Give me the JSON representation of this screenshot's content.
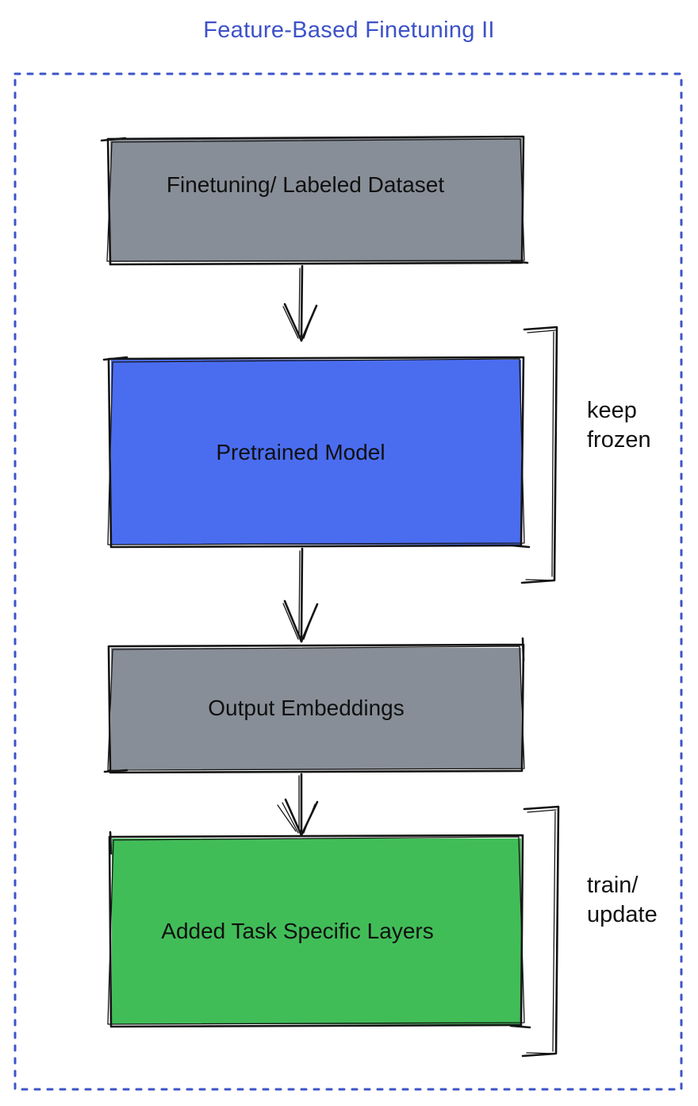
{
  "title": "Feature-Based Finetuning II",
  "nodes": [
    {
      "id": "finetuning-dataset",
      "label": "Finetuning/ Labeled Dataset"
    },
    {
      "id": "pretrained-model",
      "label": "Pretrained Model"
    },
    {
      "id": "output-embeddings",
      "label": "Output Embeddings"
    },
    {
      "id": "task-specific-layers",
      "label": "Added Task Specific Layers"
    }
  ],
  "edges": [
    {
      "from": "finetuning-dataset",
      "to": "pretrained-model"
    },
    {
      "from": "pretrained-model",
      "to": "output-embeddings"
    },
    {
      "from": "output-embeddings",
      "to": "task-specific-layers"
    }
  ],
  "annotations": [
    {
      "target": "pretrained-model",
      "lines": [
        "keep",
        "frozen"
      ]
    },
    {
      "target": "task-specific-layers",
      "lines": [
        "train/",
        "update"
      ]
    }
  ],
  "colors": {
    "title_blue": "#3D52C8",
    "border_blue": "#3D54C9",
    "box_gray": "#888E97",
    "box_blue": "#4A6DF0",
    "box_green": "#41BD58",
    "stroke_dark": "#141414",
    "label_black": "#101010"
  }
}
